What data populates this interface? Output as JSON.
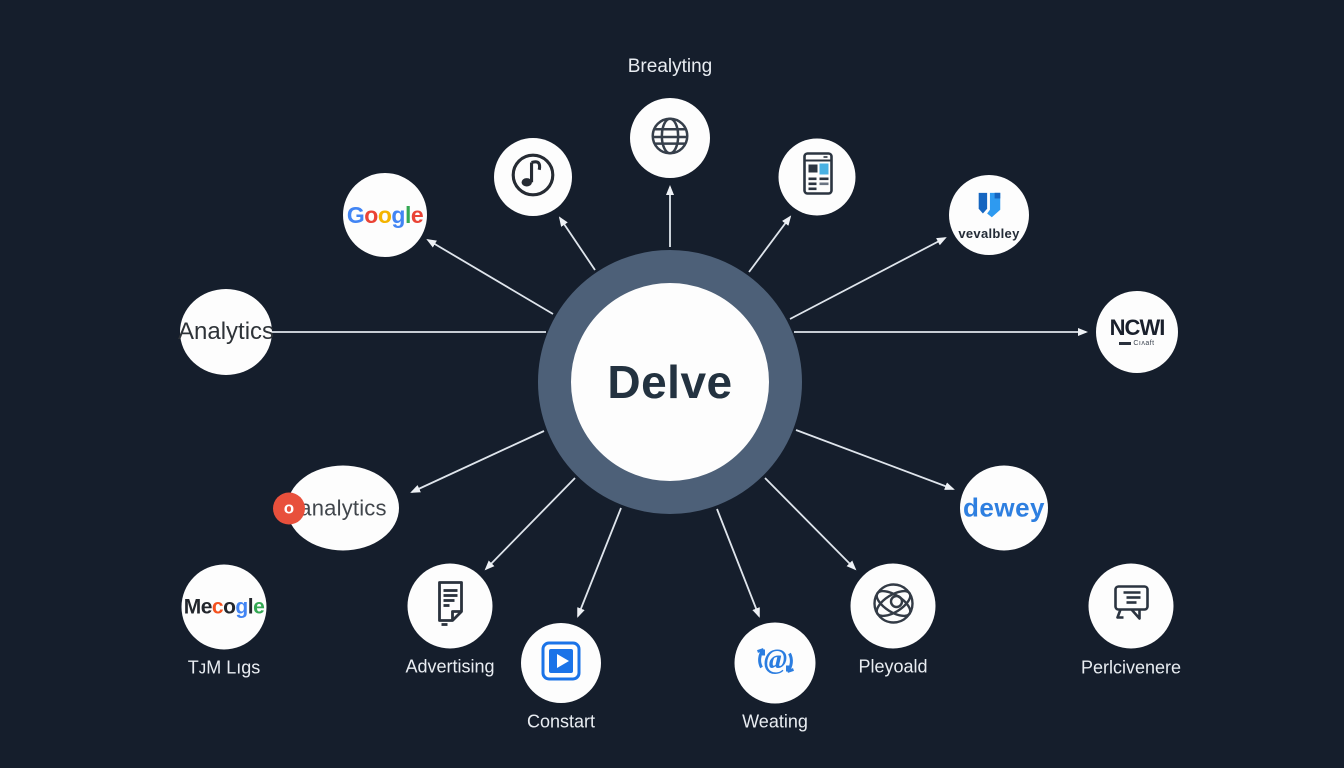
{
  "colors": {
    "background": "#151e2c",
    "hub_ring": "#4d6078",
    "hub_fill": "#fdfdfd",
    "hub_text": "#233240",
    "arrow": "#dfe5ec",
    "caption_text": "#e9edf2",
    "dewey_blue": "#2e7fe0",
    "badge_red": "#e8503c",
    "play_blue": "#1a73e8",
    "at_blue": "#2b7de0",
    "news_blue": "#49b1e3",
    "shield_dark_blue": "#1565c0",
    "shield_light_blue": "#2e9af0"
  },
  "hub": {
    "label": "Delve"
  },
  "nodes": {
    "brealyting": {
      "label": "Brealyting",
      "icon": "globe-icon"
    },
    "music": {
      "icon": "music-note-icon"
    },
    "google": {
      "name": "Google",
      "letters": [
        {
          "ch": "G",
          "color": "#4285F4"
        },
        {
          "ch": "o",
          "color": "#EA4335"
        },
        {
          "ch": "o",
          "color": "#F4B400"
        },
        {
          "ch": "g",
          "color": "#4285F4"
        },
        {
          "ch": "l",
          "color": "#34A853"
        },
        {
          "ch": "e",
          "color": "#EA4335"
        }
      ]
    },
    "analytics_left": {
      "label": "Analytics"
    },
    "news": {
      "icon": "news-icon"
    },
    "vevalbley": {
      "label": "vevalbley",
      "icon": "shield-logo-icon"
    },
    "ncwi": {
      "label": "NCWI",
      "sublabel": "Cıʌaft"
    },
    "dewey": {
      "label": "dewey"
    },
    "analytics_lower": {
      "badge": "o",
      "label": "analytics"
    },
    "mecogle": {
      "name": "Mecogle",
      "letters": [
        {
          "ch": "M",
          "color": "#23272d"
        },
        {
          "ch": "e",
          "color": "#23272d"
        },
        {
          "ch": "c",
          "color": "#F4511E"
        },
        {
          "ch": "o",
          "color": "#23272d"
        },
        {
          "ch": "g",
          "color": "#4285F4"
        },
        {
          "ch": "l",
          "color": "#23272d"
        },
        {
          "ch": "e",
          "color": "#34A853"
        }
      ],
      "caption": "TᴊM Lıgs"
    },
    "advertising": {
      "caption": "Advertising",
      "icon": "document-icon"
    },
    "constart": {
      "caption": "Constart",
      "icon": "play-icon"
    },
    "weating": {
      "caption": "Weating",
      "icon": "at-sync-icon"
    },
    "pleyoald": {
      "caption": "Pleyoald",
      "icon": "sketch-globe-icon"
    },
    "perlcivenere": {
      "caption": "Perlcivenere",
      "icon": "chat-bubble-icon"
    }
  }
}
